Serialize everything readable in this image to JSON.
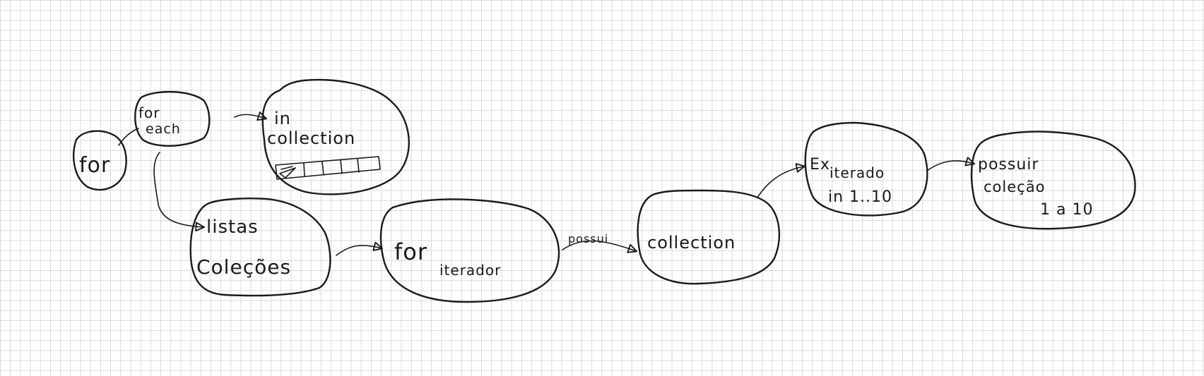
{
  "ink_color": "#1a1a1a",
  "grid_color": "#d9d9d9",
  "nodes": {
    "for": {
      "label": "for"
    },
    "foreach": {
      "line1": "for",
      "line2": "each"
    },
    "in_collection": {
      "line1": "in",
      "line2": "collection"
    },
    "listas": {
      "line1": "listas",
      "line2": "Coleções"
    },
    "for_iterador": {
      "line1": "for",
      "line2": "iterador"
    },
    "collection": {
      "label": "collection"
    },
    "example": {
      "prefix": "Ex",
      "line1": "iterado",
      "line2": "in 1..10"
    },
    "possuir": {
      "line1": "possuir",
      "line2": "coleção",
      "line3": "1 a 10"
    }
  },
  "edges": {
    "possui": {
      "label": "possui"
    }
  }
}
